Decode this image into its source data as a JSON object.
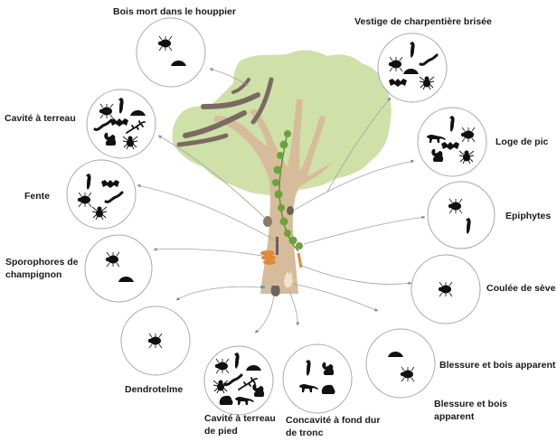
{
  "diagram": {
    "title": "",
    "colors": {
      "foliage": "#cfe0a9",
      "trunk": "#d6bc9b",
      "dead_branch": "#7a6a62",
      "ivy": "#6aa33c",
      "circle_stroke": "#a8a8a8",
      "arrow": "#9a9a9a",
      "fungus": "#e08a3a",
      "silhouette": "#111111"
    },
    "microhabitats": [
      {
        "id": "bois-mort",
        "label": [
          "Bois mort dans le houppier"
        ],
        "fauna": [
          "beetle",
          "snail"
        ]
      },
      {
        "id": "vestige",
        "label": [
          "Vestige de charpentière brisée"
        ],
        "fauna": [
          "bird",
          "beetle",
          "worm",
          "snail",
          "bat",
          "spider"
        ]
      },
      {
        "id": "cavite-terreau",
        "label": [
          "Cavité à terreau"
        ],
        "fauna": [
          "beetle",
          "bird",
          "snail",
          "worm",
          "bat",
          "lizard",
          "squirrel",
          "spider"
        ]
      },
      {
        "id": "loge-pic",
        "label": [
          "Loge de pic"
        ],
        "fauna": [
          "bird",
          "marten",
          "beetle",
          "bat",
          "squirrel",
          "spider"
        ]
      },
      {
        "id": "fente",
        "label": [
          "Fente"
        ],
        "fauna": [
          "bird",
          "bat",
          "beetle",
          "worm",
          "spider"
        ]
      },
      {
        "id": "epiphytes",
        "label": [
          "Epiphytes"
        ],
        "fauna": [
          "beetle",
          "bird"
        ]
      },
      {
        "id": "sporophores",
        "label": [
          "Sporophores de",
          "champignon"
        ],
        "fauna": [
          "beetle",
          "snail"
        ]
      },
      {
        "id": "coulee-seve",
        "label": [
          "Coulée de sève"
        ],
        "fauna": [
          "beetle"
        ]
      },
      {
        "id": "dendrotelme",
        "label": [
          "Dendrotelme"
        ],
        "fauna": [
          "beetle"
        ]
      },
      {
        "id": "cavite-pied",
        "label": [
          "Cavité à terreau",
          "de pied"
        ],
        "fauna": [
          "beetle",
          "bird",
          "snail",
          "spider",
          "worm",
          "lizard",
          "squirrel",
          "frog",
          "marten"
        ]
      },
      {
        "id": "concavite",
        "label": [
          "Concavité à fond dur",
          "de tronc"
        ],
        "fauna": [
          "bird",
          "squirrel",
          "marten",
          "frog"
        ]
      },
      {
        "id": "blessure",
        "label": [
          "Blessure et bois apparent"
        ],
        "fauna": [
          "snail",
          "beetle"
        ]
      }
    ],
    "extra_label": [
      "Blessure et bois",
      "apparent"
    ]
  }
}
